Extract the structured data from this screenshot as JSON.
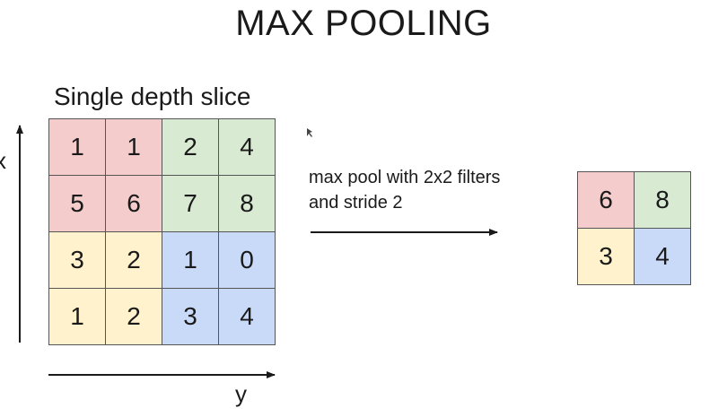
{
  "title": "MAX POOLING",
  "subtitle": "Single depth slice",
  "axes": {
    "vertical": "x",
    "horizontal": "y"
  },
  "colors": {
    "red": "#f4cccc",
    "green": "#d9ead3",
    "yellow": "#fff2cc",
    "blue": "#c9daf8"
  },
  "input_grid": [
    [
      {
        "v": "1",
        "c": "red"
      },
      {
        "v": "1",
        "c": "red"
      },
      {
        "v": "2",
        "c": "green"
      },
      {
        "v": "4",
        "c": "green"
      }
    ],
    [
      {
        "v": "5",
        "c": "red"
      },
      {
        "v": "6",
        "c": "red"
      },
      {
        "v": "7",
        "c": "green"
      },
      {
        "v": "8",
        "c": "green"
      }
    ],
    [
      {
        "v": "3",
        "c": "yellow"
      },
      {
        "v": "2",
        "c": "yellow"
      },
      {
        "v": "1",
        "c": "blue"
      },
      {
        "v": "0",
        "c": "blue"
      }
    ],
    [
      {
        "v": "1",
        "c": "yellow"
      },
      {
        "v": "2",
        "c": "yellow"
      },
      {
        "v": "3",
        "c": "blue"
      },
      {
        "v": "4",
        "c": "blue"
      }
    ]
  ],
  "operation": {
    "line1": "max pool with 2x2 filters",
    "line2": "and stride 2"
  },
  "output_grid": [
    [
      {
        "v": "6",
        "c": "red"
      },
      {
        "v": "8",
        "c": "green"
      }
    ],
    [
      {
        "v": "3",
        "c": "yellow"
      },
      {
        "v": "4",
        "c": "blue"
      }
    ]
  ]
}
